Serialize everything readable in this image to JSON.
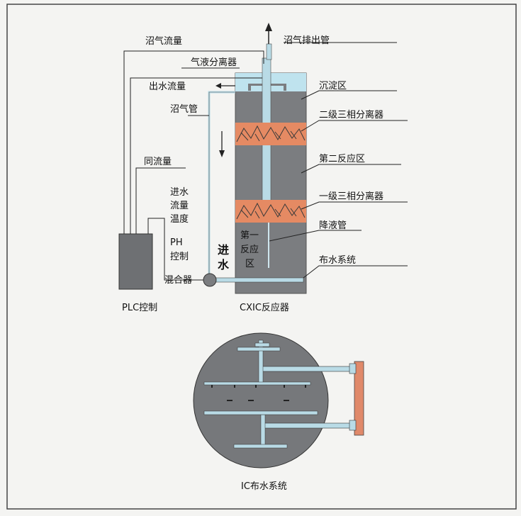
{
  "labels": {
    "biogas_outlet": "沼气排出管",
    "biogas_flow": "沼气流量",
    "gas_liquid_separator": "气液分离器",
    "outlet_flow": "出水流量",
    "biogas_pipe": "沼气管",
    "settling_zone": "沉淀区",
    "second_separator": "二级三相分离器",
    "second_reaction_zone": "第二反应区",
    "return_flow": "同流量",
    "inlet_flow_line1": "进水",
    "inlet_flow_line2": "流量",
    "inlet_flow_line3": "温度",
    "first_separator": "一级三相分离器",
    "downcomer": "降液管",
    "ph_line1": "PH",
    "ph_line2": "控制",
    "first_zone_line1": "第一",
    "first_zone_line2": "反应",
    "first_zone_line3": "区",
    "inlet_line1": "进",
    "inlet_line2": "水",
    "distribution_system": "布水系统",
    "mixer": "混合器",
    "plc": "PLC控制",
    "reactor_caption": "CXIC反应器",
    "ic_caption": "IC布水系统"
  },
  "colors": {
    "reactor_body": "#7b7d80",
    "separator_fill": "#e58a63",
    "water_top": "#bfe3ee",
    "pipe": "#b9dbe6",
    "plc_box": "#6e7073",
    "circle_fill": "#76787b",
    "header_red": "#e0896a"
  }
}
